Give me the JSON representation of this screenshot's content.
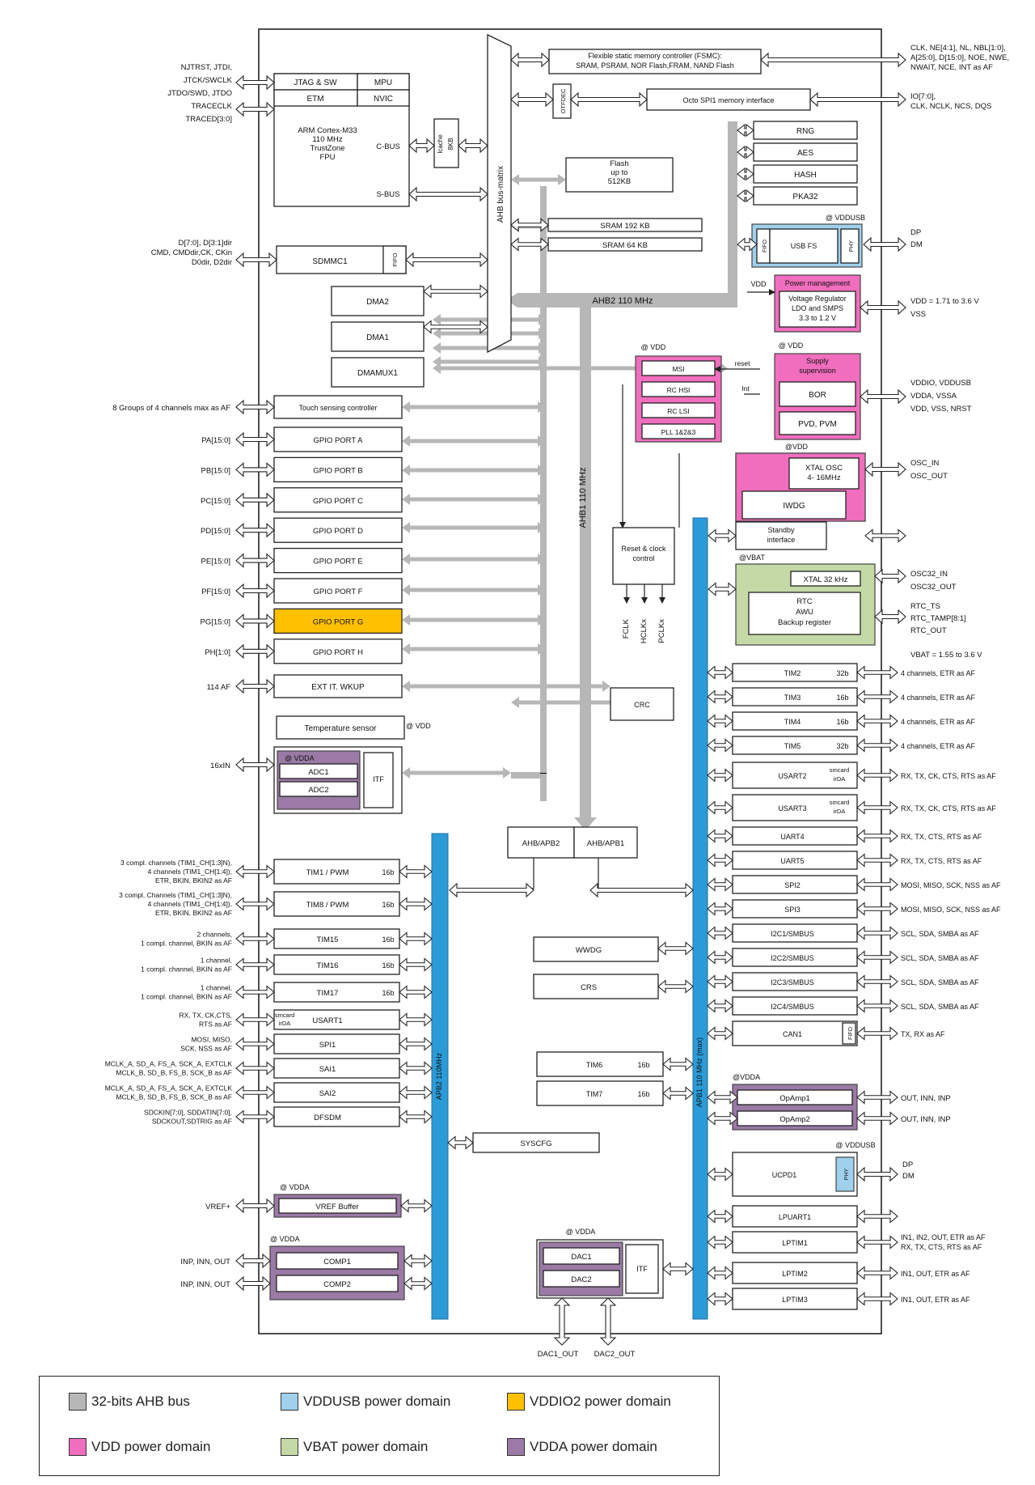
{
  "colors": {
    "ahb_bus": "#b7b7b7",
    "vddusb": "#9fd0ec",
    "vddio2": "#ffc000",
    "vdd": "#f06ebd",
    "vbat": "#c5d9a7",
    "vdda": "#9b7aa6",
    "apb_bus": "#2b9bd7"
  },
  "buses": {
    "ahb_matrix": "AHB bus-matrix",
    "ahb2": "AHB2 110 MHz",
    "ahb1": "AHB1 110 MHz",
    "apb2": "APB2 110MHz",
    "apb1": "APB1 110 MHz (max)"
  },
  "core": {
    "jtag": "JTAG & SW",
    "mpu": "MPU",
    "etm": "ETM",
    "nvic": "NVIC",
    "cpu": [
      "ARM Cortex-M33",
      "110 MHz",
      "TrustZone",
      "FPU"
    ],
    "cbus": "C-BUS",
    "sbus": "S-BUS",
    "icache": "Icache",
    "pins": [
      "NJTRST, JTDI,",
      "JTCK/SWCLK",
      "JTDO/SWD, JTDO",
      "TRACECLK",
      "TRACED[3:0]"
    ]
  },
  "cache": [
    "Icache",
    "8KB"
  ],
  "fsmc": {
    "title": "Flexible static memory controller (FSMC):",
    "sub": "SRAM, PSRAM, NOR Flash,FRAM, NAND Flash",
    "pins": [
      "CLK, NE[4:1], NL, NBL[1:0],",
      "A[25:0], D[15:0], NOE, NWE,",
      "NWAIT, NCE, INT as AF"
    ]
  },
  "octospi": {
    "otfdec": "OTFDEC",
    "title": "Octo SPI1 memory interface",
    "pins": [
      "IO[7:0],",
      "CLK, NCLK, NCS, DQS"
    ]
  },
  "memory": {
    "flash": [
      "Flash",
      "up to",
      "512KB"
    ],
    "sram1": "SRAM 192 KB",
    "sram2": "SRAM 64 KB"
  },
  "crypto": [
    "RNG",
    "AES",
    "HASH",
    "PKA32"
  ],
  "usb": {
    "domain": "@ VDDUSB",
    "fifo": "FIFO",
    "name": "USB FS",
    "phy": "PHY",
    "pins": [
      "DP",
      "DM"
    ]
  },
  "power": {
    "vdd_label": "VDD",
    "title": "Power management",
    "reg": [
      "Voltage Regulator",
      "LDO and SMPS",
      "3.3 to 1.2 V"
    ],
    "pins": [
      "VDD = 1.71 to 3.6 V",
      "VSS"
    ]
  },
  "sdmmc": {
    "name": "SDMMC1",
    "fifo": "FIFO",
    "pins": [
      "D[7:0], D[3:1]dir",
      "CMD, CMDdir,CK, CKin",
      "D0dir, D2dir"
    ]
  },
  "dma": [
    "DMA2",
    "DMA1",
    "DMAMUX1"
  ],
  "touch": {
    "name": "Touch sensing controller",
    "pin": "8 Groups of 4 channels max as AF"
  },
  "gpio": [
    {
      "pin": "PA[15:0]",
      "name": "GPIO PORT A"
    },
    {
      "pin": "PB[15:0]",
      "name": "GPIO PORT B"
    },
    {
      "pin": "PC[15:0]",
      "name": "GPIO PORT C"
    },
    {
      "pin": "PD[15:0]",
      "name": "GPIO PORT D"
    },
    {
      "pin": "PE[15:0]",
      "name": "GPIO PORT E"
    },
    {
      "pin": "PF[15:0]",
      "name": "GPIO PORT F"
    },
    {
      "pin": "PG[15:0]",
      "name": "GPIO PORT G"
    },
    {
      "pin": "PH[1:0]",
      "name": "GPIO PORT H"
    }
  ],
  "exti": {
    "name": "EXT IT. WKUP",
    "pin": "114 AF"
  },
  "crc": "CRC",
  "clocks": {
    "domain": "@ VDD",
    "items": [
      "MSI",
      "RC HSI",
      "RC LSI",
      "PLL 1&2&3"
    ],
    "reset": [
      "Reset & clock",
      "control"
    ],
    "outs": [
      "FCLK",
      "HCLKx",
      "PCLKx"
    ],
    "reset_lbl": "reset",
    "int_lbl": "Int"
  },
  "supervision": {
    "domain": "@ VDD",
    "title": [
      "Supply",
      "supervision"
    ],
    "bor": "BOR",
    "pvd": "PVD, PVM",
    "pins": [
      "VDDIO, VDDUSB",
      "VDDA, VSSA",
      "VDD, VSS, NRST"
    ]
  },
  "osc": {
    "domain": "@VDD",
    "xtal": [
      "XTAL OSC",
      "4- 16MHz"
    ],
    "iwdg": "IWDG",
    "standby": [
      "Standby",
      "interface"
    ],
    "pins": [
      "OSC_IN",
      "OSC_OUT"
    ]
  },
  "rtc": {
    "domain": "@VBAT",
    "xtal": "XTAL 32 kHz",
    "name": [
      "RTC",
      "AWU",
      "Backup register"
    ],
    "pins": [
      "OSC32_IN",
      "OSC32_OUT",
      "RTC_TS",
      "RTC_TAMP[8:1]",
      "RTC_OUT"
    ],
    "vbat": "VBAT = 1.55 to 3.6 V"
  },
  "temp": {
    "name": "Temperature sensor",
    "domain": "@ VDD"
  },
  "adc": {
    "domain": "@ VDDA",
    "adc1": "ADC1",
    "adc2": "ADC2",
    "itf": "ITF",
    "pin": "16xIN"
  },
  "bridges": {
    "apb2": "AHB/APB2",
    "apb1": "AHB/APB1"
  },
  "apb2_periph": [
    {
      "pins": [
        "3 compl. channels (TIM1_CH[1:3]N),",
        "4 channels (TIM1_CH[1:4]),",
        "ETR, BKIN, BKIN2 as AF"
      ],
      "name": "TIM1 / PWM",
      "bits": "16b"
    },
    {
      "pins": [
        "3 compl. Channels (TIM1_CH[1:3]N),",
        "4 channels (TIM1_CH[1:4]),",
        "ETR, BKIN, BKIN2 as AF"
      ],
      "name": "TIM8 / PWM",
      "bits": "16b"
    },
    {
      "pins": [
        "2 channels,",
        "1 compl. channel, BKIN as AF"
      ],
      "name": "TIM15",
      "bits": "16b"
    },
    {
      "pins": [
        "1 channel,",
        "1 compl. channel, BKIN as AF"
      ],
      "name": "TIM16",
      "bits": "16b"
    },
    {
      "pins": [
        "1 channel,",
        "1 compl. channel, BKIN as AF"
      ],
      "name": "TIM17",
      "bits": "16b"
    },
    {
      "pins": [
        "RX, TX, CK,CTS,",
        "RTS as AF"
      ],
      "name": "USART1",
      "pre": [
        "smcard",
        "irDA"
      ]
    },
    {
      "pins": [
        "MOSI, MISO,",
        "SCK, NSS as AF"
      ],
      "name": "SPI1"
    },
    {
      "pins": [
        "MCLK_A, SD_A, FS_A, SCK_A, EXTCLK",
        "MCLK_B, SD_B, FS_B, SCK_B as AF"
      ],
      "name": "SAI1"
    },
    {
      "pins": [
        "MCLK_A, SD_A, FS_A, SCK_A, EXTCLK",
        "MCLK_B, SD_B, FS_B, SCK_B as AF"
      ],
      "name": "SAI2"
    },
    {
      "pins": [
        "SDCKIN[7:0], SDDATIN[7:0],",
        "SDCKOUT,SDTRIG as AF"
      ],
      "name": "DFSDM"
    }
  ],
  "misc": {
    "wwdg": "WWDG",
    "crs": "CRS",
    "tim6": "TIM6",
    "tim6b": "16b",
    "tim7": "TIM7",
    "tim7b": "16b",
    "syscfg": "SYSCFG"
  },
  "vref": {
    "domain": "@ VDDA",
    "name": "VREF Buffer",
    "pin": "VREF+"
  },
  "comp": {
    "domain": "@ VDDA",
    "items": [
      "COMP1",
      "COMP2"
    ],
    "pins": [
      "INP, INN, OUT",
      "INP, INN, OUT"
    ]
  },
  "dac": {
    "domain": "@ VDDA",
    "dac1": "DAC1",
    "dac2": "DAC2",
    "itf": "ITF",
    "pins": [
      "DAC1_OUT",
      "DAC2_OUT"
    ]
  },
  "apb1_periph": [
    {
      "name": "TIM2",
      "bits": "32b",
      "pin": "4 channels, ETR as AF"
    },
    {
      "name": "TIM3",
      "bits": "16b",
      "pin": "4 channels, ETR as AF"
    },
    {
      "name": "TIM4",
      "bits": "16b",
      "pin": "4 channels, ETR as AF"
    },
    {
      "name": "TIM5",
      "bits": "32b",
      "pin": "4 channels, ETR as AF"
    },
    {
      "name": "USART2",
      "post": [
        "smcard",
        "irDA"
      ],
      "pin": "RX, TX, CK, CTS, RTS as AF"
    },
    {
      "name": "USART3",
      "post": [
        "smcard",
        "irDA"
      ],
      "pin": "RX, TX, CK, CTS, RTS as AF"
    },
    {
      "name": "UART4",
      "pin": "RX, TX, CTS, RTS as AF"
    },
    {
      "name": "UART5",
      "pin": "RX, TX, CTS, RTS as AF"
    },
    {
      "name": "SPI2",
      "pin": "MOSI, MISO, SCK, NSS as AF"
    },
    {
      "name": "SPI3",
      "pin": "MOSI, MISO, SCK, NSS as AF"
    },
    {
      "name": "I2C1/SMBUS",
      "pin": "SCL, SDA, SMBA as AF"
    },
    {
      "name": "I2C2/SMBUS",
      "pin": "SCL, SDA, SMBA as AF"
    },
    {
      "name": "I2C3/SMBUS",
      "pin": "SCL, SDA, SMBA as AF"
    },
    {
      "name": "I2C4/SMBUS",
      "pin": "SCL, SDA, SMBA as AF"
    },
    {
      "name": "CAN1",
      "fifo": "FIFO",
      "pin": "TX, RX as AF"
    }
  ],
  "opamp": {
    "domain": "@VDDA",
    "items": [
      "OpAmp1",
      "OpAmp2"
    ],
    "pins": [
      "OUT, INN, INP",
      "OUT, INN, INP"
    ]
  },
  "ucpd": {
    "domain": "@ VDDUSB",
    "name": "UCPD1",
    "phy": "PHY",
    "pins": [
      "DP",
      "DM"
    ]
  },
  "lp": [
    {
      "name": "LPUART1",
      "pin": ""
    },
    {
      "name": "LPTIM1",
      "pin": [
        "IN1, IN2, OUT, ETR as AF",
        "RX, TX, CTS, RTS as AF"
      ]
    },
    {
      "name": "LPTIM2",
      "pin": "IN1, OUT, ETR as AF"
    },
    {
      "name": "LPTIM3",
      "pin": "IN1, OUT, ETR as AF"
    }
  ],
  "legend": [
    {
      "label": "32-bits AHB bus",
      "color": "#b7b7b7"
    },
    {
      "label": "VDDUSB power domain",
      "color": "#9fd0ec"
    },
    {
      "label": "VDDIO2 power domain",
      "color": "#ffc000"
    },
    {
      "label": "VDD power domain",
      "color": "#f06ebd"
    },
    {
      "label": "VBAT power domain",
      "color": "#c5d9a7"
    },
    {
      "label": "VDDA power domain",
      "color": "#9b7aa6"
    }
  ]
}
